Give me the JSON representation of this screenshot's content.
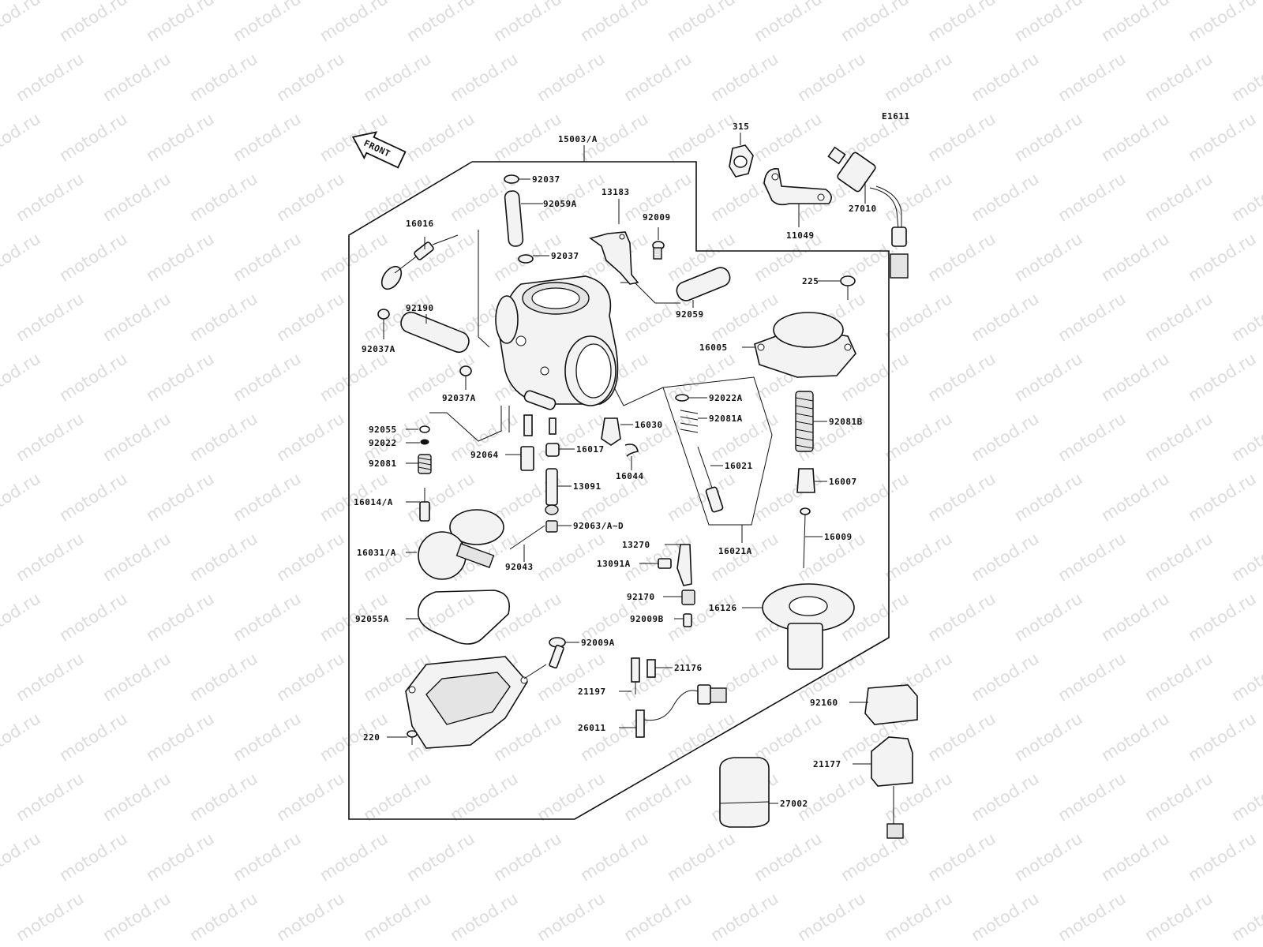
{
  "watermark": "motod.ru",
  "figure_code": "E1611",
  "front_label": "FRONT",
  "labels": {
    "l15003A": "15003/A",
    "l315": "315",
    "l92037a": "92037",
    "l92059A": "92059A",
    "l13183": "13183",
    "l92009": "92009",
    "l16016": "16016",
    "l92037b": "92037",
    "l27010": "27010",
    "l11049": "11049",
    "l225": "225",
    "l92190": "92190",
    "l92059": "92059",
    "l92037A_1": "92037A",
    "l16005": "16005",
    "l92037A_2": "92037A",
    "l92022A": "92022A",
    "l92055": "92055",
    "l92022": "92022",
    "l92081A": "92081A",
    "l92081B": "92081B",
    "l16030": "16030",
    "l92064": "92064",
    "l16017": "16017",
    "l92081": "92081",
    "l16044": "16044",
    "l16021": "16021",
    "l16007": "16007",
    "l13091": "13091",
    "l16014A": "16014/A",
    "l92063AD": "92063/A~D",
    "l16009": "16009",
    "l13270": "13270",
    "l16031A": "16031/A",
    "l16021A": "16021A",
    "l13091A": "13091A",
    "l92043": "92043",
    "l92170": "92170",
    "l16126": "16126",
    "l92009B": "92009B",
    "l92055A": "92055A",
    "l92009A": "92009A",
    "l21176": "21176",
    "l21197": "21197",
    "l92160": "92160",
    "l26011": "26011",
    "l220": "220",
    "l21177": "21177",
    "l27002": "27002"
  }
}
